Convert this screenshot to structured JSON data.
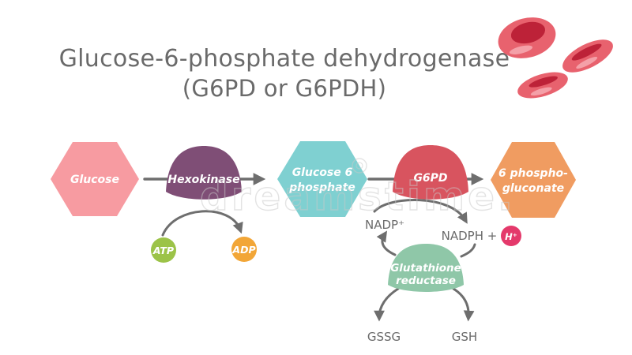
{
  "title": {
    "line1": "Glucose-6-phosphate dehydrogenase",
    "line2": "(G6PD or G6PDH)"
  },
  "watermark": {
    "text": "dreamstime."
  },
  "pathway": {
    "glucose": {
      "label": "Glucose",
      "color": "#f79ba1"
    },
    "hexokinase": {
      "label": "Hexokinase",
      "color": "#7f4e76"
    },
    "glucose6phosphate": {
      "label_line1": "Glucose 6",
      "label_line2": "phosphate",
      "color": "#7fd0d1"
    },
    "g6pd": {
      "label": "G6PD",
      "color": "#d8545f"
    },
    "phosphogluconate": {
      "label_line1": "6 phospho-",
      "label_line2": "gluconate",
      "color": "#f09c61"
    },
    "atp": {
      "label": "ATP",
      "color": "#9cc348"
    },
    "adp": {
      "label": "ADP",
      "color": "#f2a637"
    },
    "nadp": {
      "label": "NADP⁺"
    },
    "nadph": {
      "label": "NADPH +"
    },
    "hplus": {
      "label": "H⁺",
      "color": "#e4396b"
    },
    "glutathione_reductase": {
      "label_line1": "Glutathione",
      "label_line2": "reductase",
      "color": "#8fc7a8"
    },
    "gssg": {
      "label": "GSSG"
    },
    "gsh": {
      "label": "GSH"
    }
  },
  "colors": {
    "arrow": "#6e6e6e",
    "title_text": "#6a6a6a",
    "small_text": "#6a6a6a",
    "shape_label_text": "#ffffff",
    "blood_cell_body": "#e8626e",
    "blood_cell_core": "#bd2238",
    "blood_cell_highlight": "#f4a0a8"
  }
}
